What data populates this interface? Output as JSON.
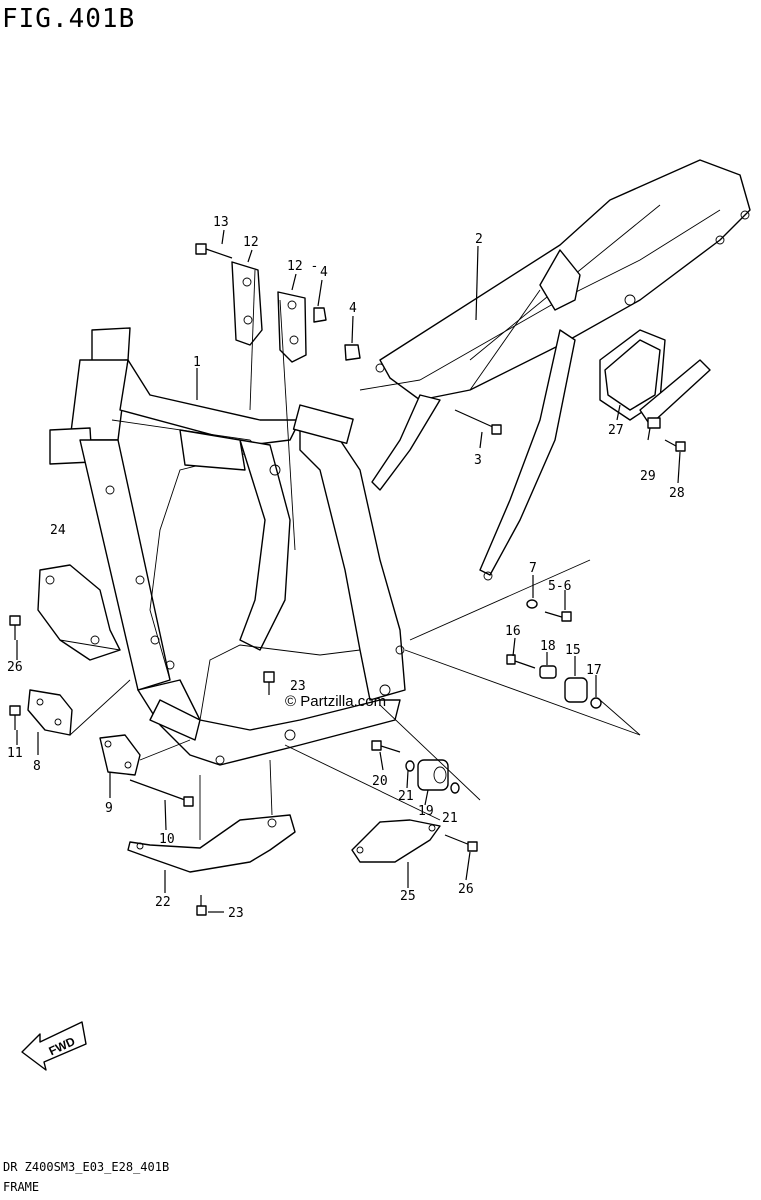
{
  "figure": {
    "title": "FIG.401B",
    "code": "DR Z400SM3_E03_E28_401B",
    "name": "FRAME",
    "watermark": "© Partzilla.com",
    "fwd_label": "FWD"
  },
  "callouts": {
    "c1": "1",
    "c2": "2",
    "c3": "3",
    "c4a": "4",
    "c4b": "4",
    "c12a": "12",
    "c12b": "12 -",
    "c13": "13",
    "c5_6": "5-6",
    "c7": "7",
    "c8": "8",
    "c9": "9",
    "c10": "10",
    "c11": "11",
    "c15": "15",
    "c16": "16",
    "c17": "17",
    "c18": "18",
    "c19": "19",
    "c20": "20",
    "c21a": "21",
    "c21b": "21",
    "c22": "22",
    "c23a": "23",
    "c23b": "23",
    "c24": "24",
    "c25": "25",
    "c26a": "26",
    "c26b": "26",
    "c27": "27",
    "c28": "28",
    "c29": "29"
  }
}
